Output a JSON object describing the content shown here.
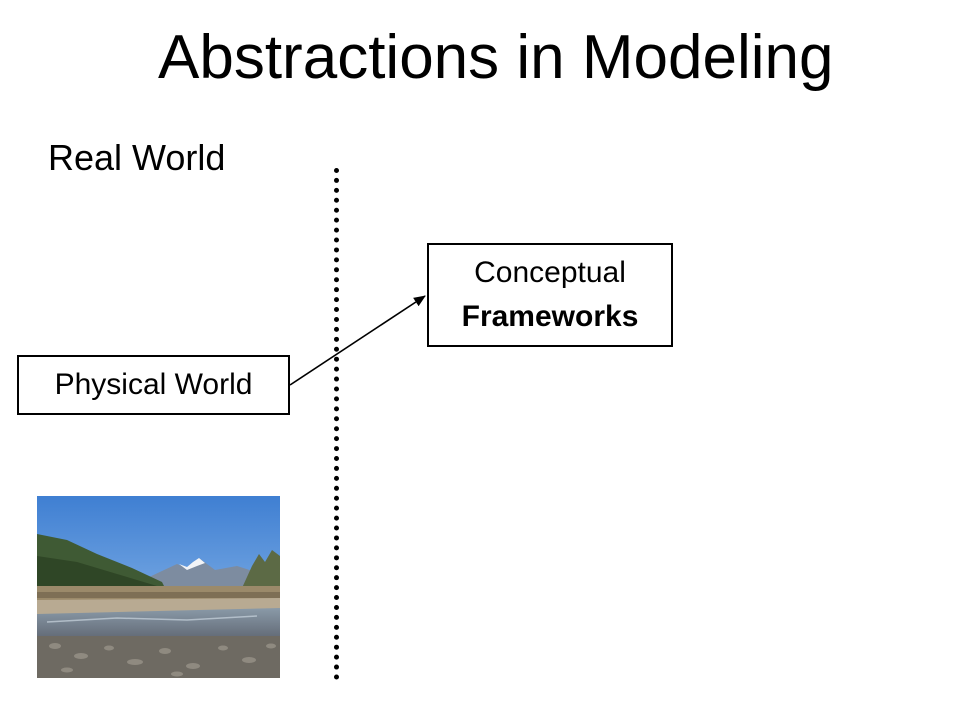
{
  "slide": {
    "title": "Abstractions in Modeling",
    "section_label": "Real World"
  },
  "diagram": {
    "physical_box": {
      "label": "Physical World"
    },
    "conceptual_box": {
      "line1": "Conceptual",
      "line2": "Frameworks"
    },
    "arrow": {
      "from": "Physical World",
      "to": "Conceptual Frameworks"
    },
    "photo": {
      "icon": "landscape-photo-river-mountains"
    },
    "colors": {
      "stroke": "#000000",
      "background": "#ffffff"
    }
  }
}
